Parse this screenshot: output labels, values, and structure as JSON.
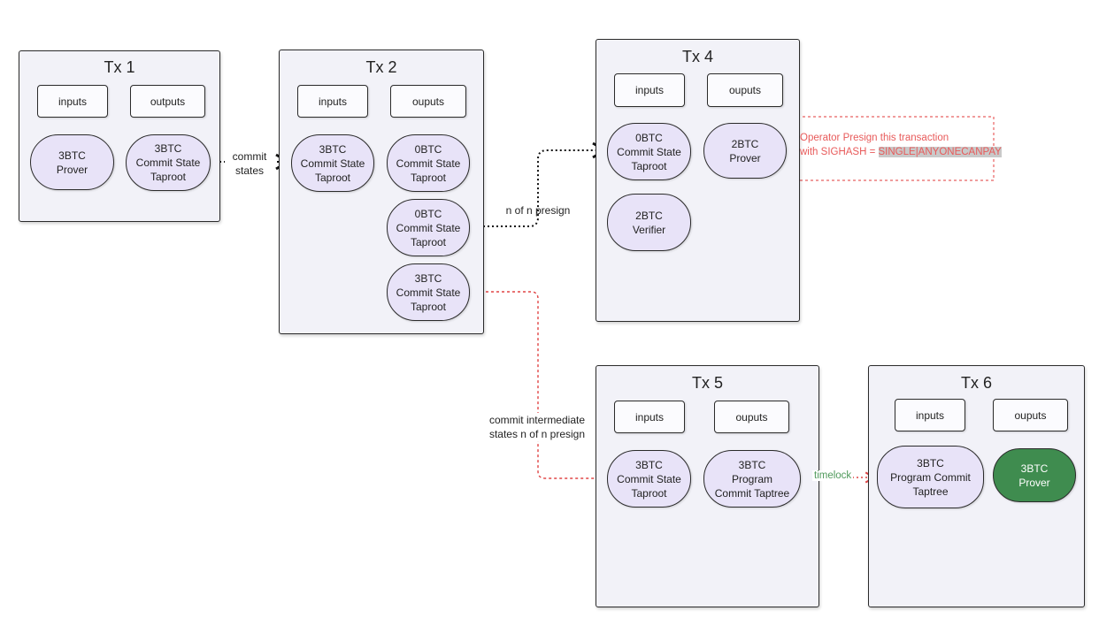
{
  "tx1": {
    "title": "Tx 1",
    "inputs": "inputs",
    "outputs": "outputs",
    "prover": [
      "3BTC",
      "Prover"
    ],
    "commit": [
      "3BTC",
      "Commit State",
      "Taproot"
    ]
  },
  "tx2": {
    "title": "Tx 2",
    "inputs": "inputs",
    "outputs": "ouputs",
    "in_commit": [
      "3BTC",
      "Commit State",
      "Taproot"
    ],
    "out1": [
      "0BTC",
      "Commit State",
      "Taproot"
    ],
    "out2": [
      "0BTC",
      "Commit State",
      "Taproot"
    ],
    "out3": [
      "3BTC",
      "Commit State",
      "Taproot"
    ]
  },
  "tx4": {
    "title": "Tx 4",
    "inputs": "inputs",
    "outputs": "ouputs",
    "in_commit": [
      "0BTC",
      "Commit State",
      "Taproot"
    ],
    "prover": [
      "2BTC",
      "Prover"
    ],
    "verifier": [
      "2BTC",
      "Verifier"
    ]
  },
  "tx5": {
    "title": "Tx 5",
    "inputs": "inputs",
    "outputs": "ouputs",
    "in_commit": [
      "3BTC",
      "Commit State",
      "Taproot"
    ],
    "program": [
      "3BTC",
      "Program",
      "Commit Taptree"
    ]
  },
  "tx6": {
    "title": "Tx 6",
    "inputs": "inputs",
    "outputs": "ouputs",
    "program": [
      "3BTC",
      "Program Commit",
      "Taptree"
    ],
    "prover": [
      "3BTC",
      "Prover"
    ]
  },
  "edges": {
    "commit_states": [
      "commit",
      "states"
    ],
    "n_of_n": "n of n presign",
    "intermediate": [
      "commit intermediate",
      "states n of n presign"
    ],
    "timelock": "timelock"
  },
  "presign_note": {
    "line1": "Operator Presign this transaction",
    "line2_prefix": "with SIGHASH  = ",
    "line2_highlight": "SINGLE|ANYONECANPAY"
  },
  "colors": {
    "tx_bg": "#f2f2f8",
    "pill_fill": "#e8e3f8",
    "green_fill": "#3f8c4f",
    "presign_red": "#e85a5a",
    "timelock_green": "#4f9a5b"
  }
}
